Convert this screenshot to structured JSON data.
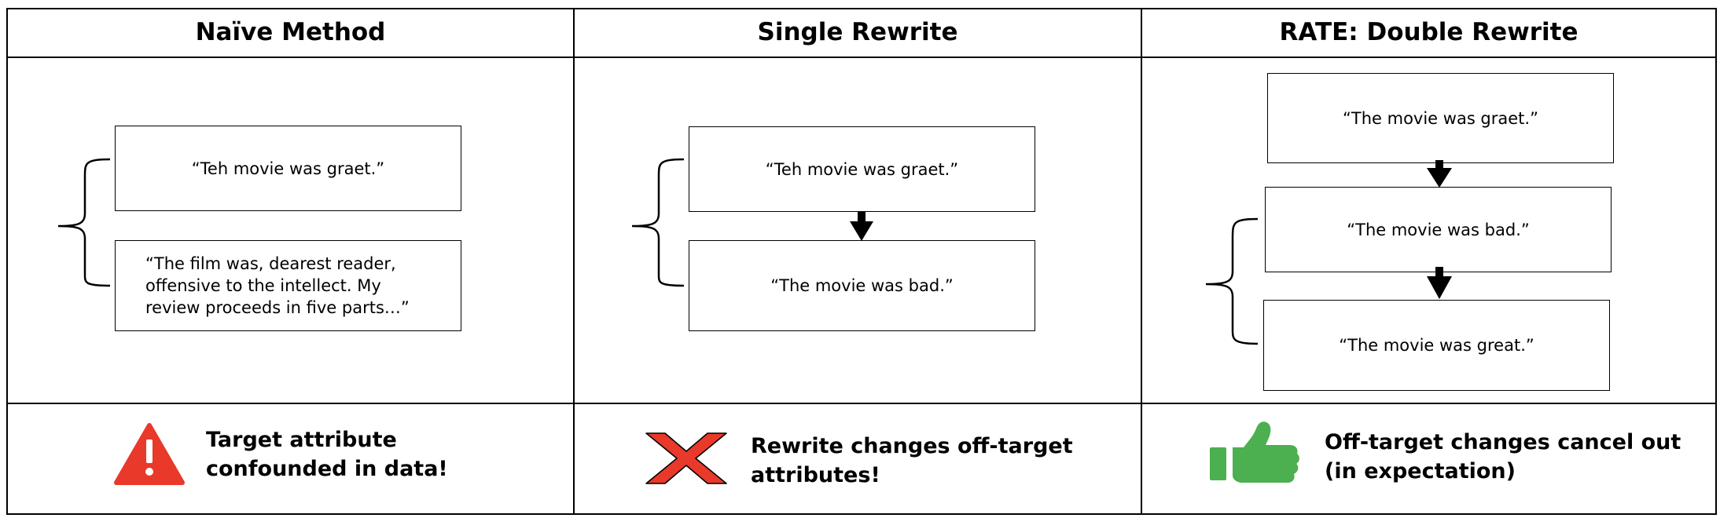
{
  "columns": [
    {
      "header": "Naïve Method",
      "boxes": [
        "“Teh movie was graet.”",
        "“The film was, dearest reader, offensive to the intellect. My review proceeds in five parts…”"
      ],
      "footer_line1": "Target attribute",
      "footer_line2": "confounded in data!",
      "icon": "warning-icon",
      "icon_color": "#e8392a"
    },
    {
      "header": "Single Rewrite",
      "boxes": [
        "“Teh movie was graet.”",
        "“The movie was bad.”"
      ],
      "footer_line1": "Rewrite changes off-target",
      "footer_line2": "attributes!",
      "icon": "x-mark-icon",
      "icon_color": "#e8392a"
    },
    {
      "header": "RATE: Double Rewrite",
      "boxes": [
        "“The movie was graet.”",
        "“The movie was bad.”",
        "“The movie was great.”"
      ],
      "footer_line1": "Off-target changes cancel out",
      "footer_line2": "(in expectation)",
      "icon": "thumbs-up-icon",
      "icon_color": "#4caf50"
    }
  ]
}
